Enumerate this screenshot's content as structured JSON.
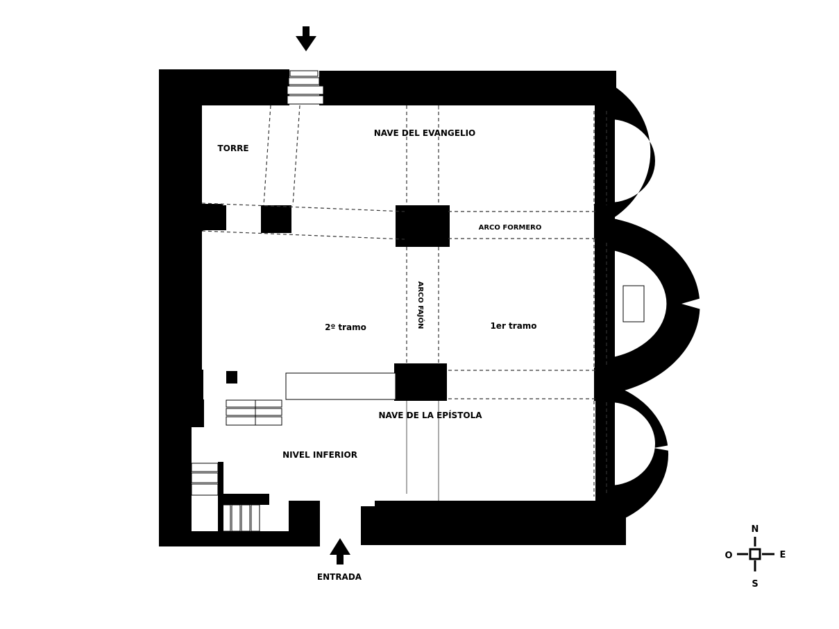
{
  "labels": {
    "torre": "TORRE",
    "nave_evangelio": "NAVE DEL EVANGELIO",
    "arco_formero": "ARCO FORMERO",
    "arco_fajon": "ARCO FAJÓN",
    "segundo_tramo": "2º tramo",
    "primer_tramo": "1er tramo",
    "nave_epistola": "NAVE DE LA EPÍSTOLA",
    "nivel_inferior": "NIVEL INFERIOR",
    "entrada": "ENTRADA"
  },
  "compass": {
    "n": "N",
    "s": "S",
    "e": "E",
    "o": "O"
  },
  "colors": {
    "wall": "#000000",
    "background": "#ffffff"
  }
}
